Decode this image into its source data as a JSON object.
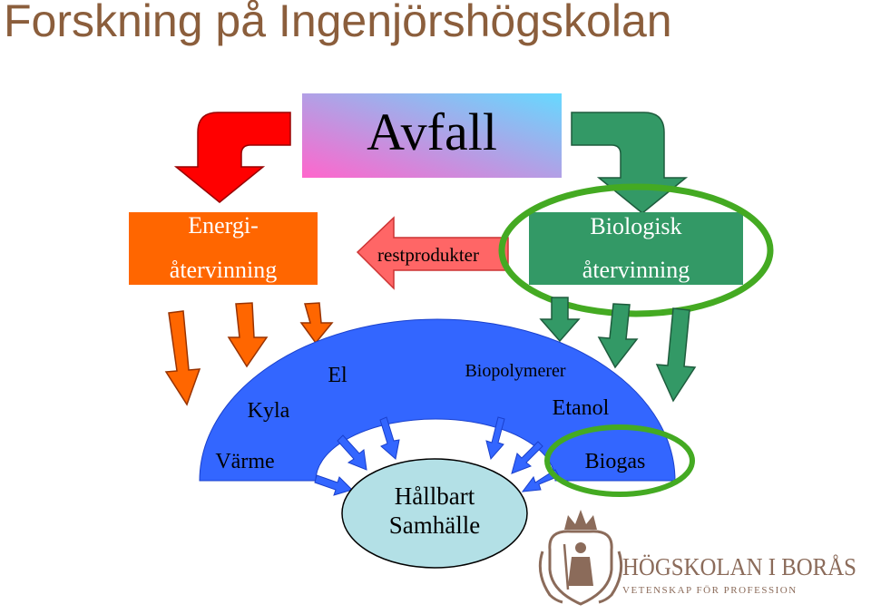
{
  "title": "Forskning på Ingenjörshögskolan",
  "source": {
    "label": "Avfall",
    "colors": [
      "#ff66cc",
      "#66d9ff"
    ]
  },
  "left_box": {
    "line1": "Energi-",
    "line2": "återvinning",
    "color": "#ff6600"
  },
  "right_box": {
    "line1": "Biologisk",
    "line2": "återvinning",
    "color": "#339966"
  },
  "middle_arrow": {
    "label": "restprodukter",
    "color": "#ff6666"
  },
  "arc": {
    "color": "#3366ff",
    "left_outputs": [
      "El",
      "Kyla",
      "Värme"
    ],
    "right_outputs": [
      "Biopolymerer",
      "Etanol",
      "Biogas"
    ]
  },
  "center": {
    "line1": "Hållbart",
    "line2": "Samhälle",
    "color": "#b3e0e6"
  },
  "logo": {
    "name": "HÖGSKOLAN I BORÅS",
    "tagline": "VETENSKAP FÖR PROFESSION"
  },
  "colors": {
    "title": "#8b5e3c",
    "red_arrow": "#ff0000",
    "green_arrow": "#339966",
    "highlight": "#44aa22",
    "logo": "#8b6b5a"
  }
}
